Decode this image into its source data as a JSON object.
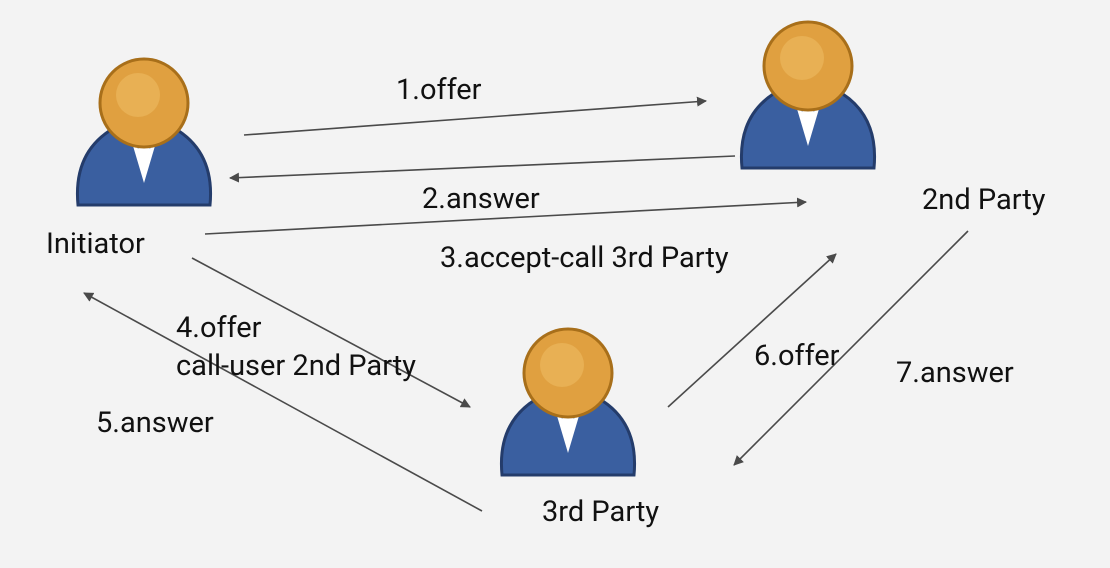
{
  "actors": {
    "initiator": {
      "label": "Initiator"
    },
    "second_party": {
      "label": "2nd Party"
    },
    "third_party": {
      "label": "3rd Party"
    }
  },
  "messages": {
    "m1": "1.offer",
    "m2": "2.answer",
    "m3": "3.accept-call 3rd Party",
    "m4_line1": "4.offer",
    "m4_line2": "call-user 2nd Party",
    "m5": "5.answer",
    "m6": "6.offer",
    "m7": "7.answer"
  },
  "colors": {
    "background": "#f3f3f3",
    "arrow": "#4a4a4a",
    "head_fill": "#e0a040",
    "body_fill": "#3a5fa0"
  }
}
